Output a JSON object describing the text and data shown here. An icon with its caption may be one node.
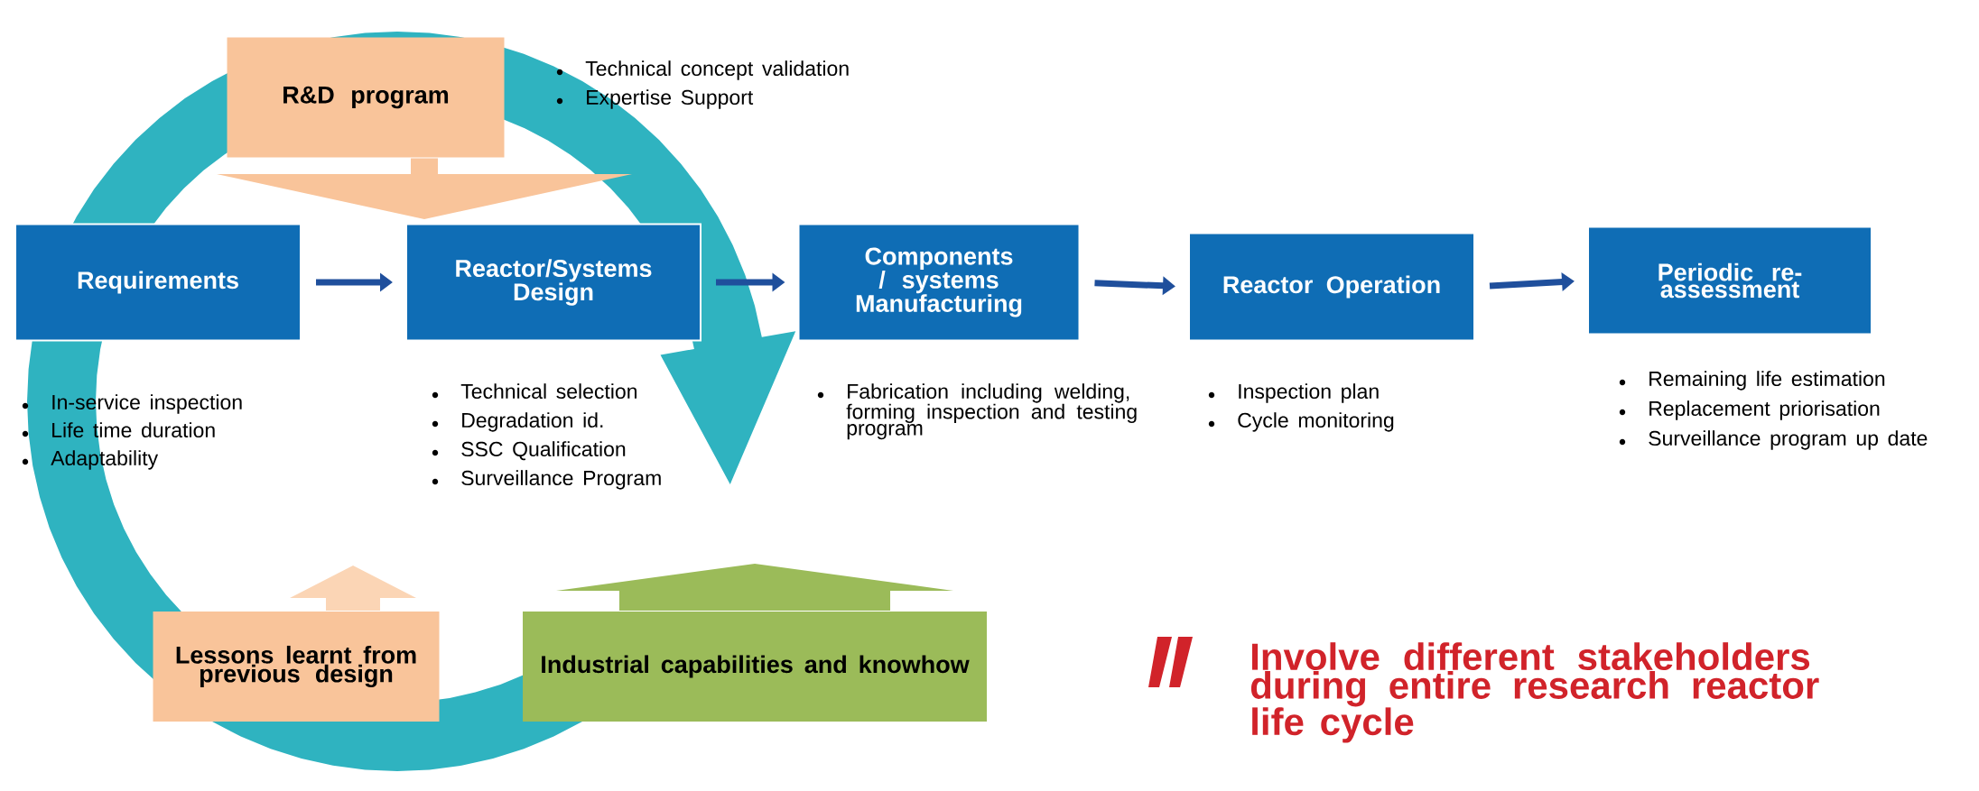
{
  "diagram": {
    "nodes": [
      {
        "text": [
          "R&D program"
        ],
        "beside": [
          "Technical concept validation",
          "Expertise Support"
        ]
      },
      {
        "text": [
          "Requirements"
        ],
        "beside": [
          "In-service inspection",
          "Life time duration",
          "Adaptability"
        ]
      },
      {
        "text": [
          "Reactor/Systems Design"
        ],
        "beside": [
          "Technical selection",
          "Degradation id.",
          "SSC Qualification",
          "Surveillance Program"
        ]
      },
      {
        "text": [
          "Components / systems Manufacturing"
        ],
        "beside": [
          "Fabrication including welding, forming inspection and testing program"
        ]
      },
      {
        "text": [
          "Reactor Operation"
        ],
        "beside": [
          "Inspection plan",
          "Cycle monitoring"
        ]
      },
      {
        "text": [
          "Periodic re-assessment"
        ],
        "beside": [
          "Remaining life estimation",
          "Replacement priorisation",
          "Surveillance program up date"
        ]
      },
      {
        "text": [
          "Lessons learnt from previous design"
        ]
      },
      {
        "text": [
          "Industrial capabilities and knowhow"
        ]
      }
    ],
    "edges": [
      {
        "from": 0,
        "to": null,
        "arrow": "to",
        "style": "thick",
        "color": "#f9c49a"
      },
      {
        "from": 1,
        "to": 2,
        "arrow": "to"
      },
      {
        "from": 2,
        "to": 3,
        "arrow": "to"
      },
      {
        "from": 3,
        "to": 4,
        "arrow": "to"
      },
      {
        "from": 4,
        "to": 5,
        "arrow": "to"
      },
      {
        "from": 6,
        "to": null,
        "arrow": "to",
        "style": "thick",
        "color": "#fbd5b5"
      },
      {
        "from": 7,
        "to": null,
        "arrow": "to",
        "style": "thick",
        "color": "#9bbb59"
      }
    ],
    "labels": [
      "Involve different stakeholders during entire research reactor life cycle"
    ]
  }
}
